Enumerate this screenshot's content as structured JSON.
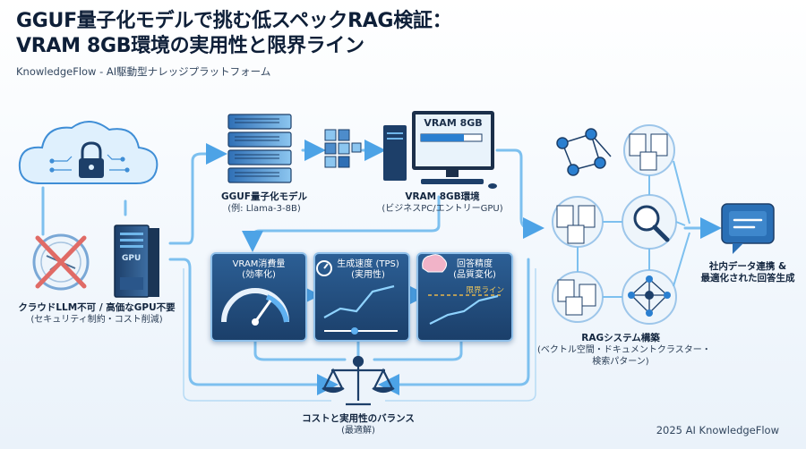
{
  "header": {
    "title_line1": "GGUF量子化モデルで挑む低スペックRAG検証：",
    "title_line2": "VRAM 8GB環境の実用性と限界ライン",
    "subtitle": "KnowledgeFlow - AI駆動型ナレッジプラットフォーム"
  },
  "nodes": {
    "cloud": {
      "label": "クラウドLLM不可 / 高価なGPU不要",
      "sub": "(セキュリティ制約・コスト削減)"
    },
    "gpu_tag": "GPU",
    "model": {
      "label": "GGUF量子化モデル",
      "sub": "(例: Llama-3-8B)"
    },
    "vram_screen": "VRAM 8GB",
    "env": {
      "label": "VRAM 8GB環境",
      "sub": "(ビジネスPC/エントリーGPU)"
    },
    "rag": {
      "label": "RAGシステム構築",
      "sub1": "(ベクトル空間・ドキュメントクラスター・",
      "sub2": "検索パターン)"
    },
    "output": {
      "label1": "社内データ連携 &",
      "label2": "最適化された回答生成"
    },
    "balance": {
      "label": "コストと実用性のバランス",
      "sub": "(最適解)"
    }
  },
  "metrics": [
    {
      "title": "VRAM消費量",
      "sub": "(効率化)"
    },
    {
      "title": "生成速度 (TPS)",
      "sub": "(実用性)"
    },
    {
      "title": "回答精度",
      "sub": "(品質変化)",
      "line_label": "限界ライン"
    }
  ],
  "footer": {
    "copyright": "2025 AI KnowledgeFlow"
  },
  "colors": {
    "accent": "#2a7fd0",
    "dark": "#1b3f6a",
    "line": "#6fb6ea",
    "red": "#d9534f"
  }
}
